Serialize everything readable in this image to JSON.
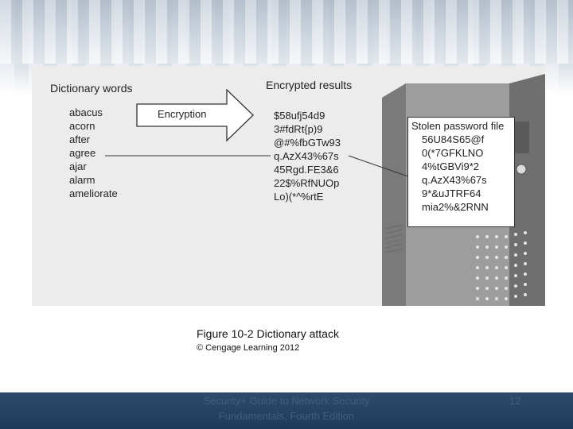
{
  "figure": {
    "dictionary_heading": "Dictionary words",
    "results_heading": "Encrypted results",
    "arrow_label": "Encryption",
    "words": [
      "abacus",
      "acorn",
      "after",
      "agree",
      "ajar",
      "alarm",
      "ameliorate"
    ],
    "encrypted": [
      "$58ufj54d9",
      "3#fdRt{p)9",
      "@#%fbGTw93",
      "q.AzX43%67s",
      "45Rgd.FE3&6",
      "22$%RfNUOp",
      "Lo)(*^%rtE"
    ],
    "stolen_title": "Stolen password file",
    "stolen": [
      "56U84S65@f",
      "0(*7GFKLNO",
      "4%tGBVi9*2",
      "q.AzX43%67s",
      "9*&uJTRF64",
      "mia2%&2RNN"
    ]
  },
  "caption": "Figure 10-2 Dictionary attack",
  "credit": "© Cengage Learning 2012",
  "footer": {
    "title": "Security+ Guide to Network Security Fundamentals, Fourth Edition",
    "page_number": "12"
  }
}
